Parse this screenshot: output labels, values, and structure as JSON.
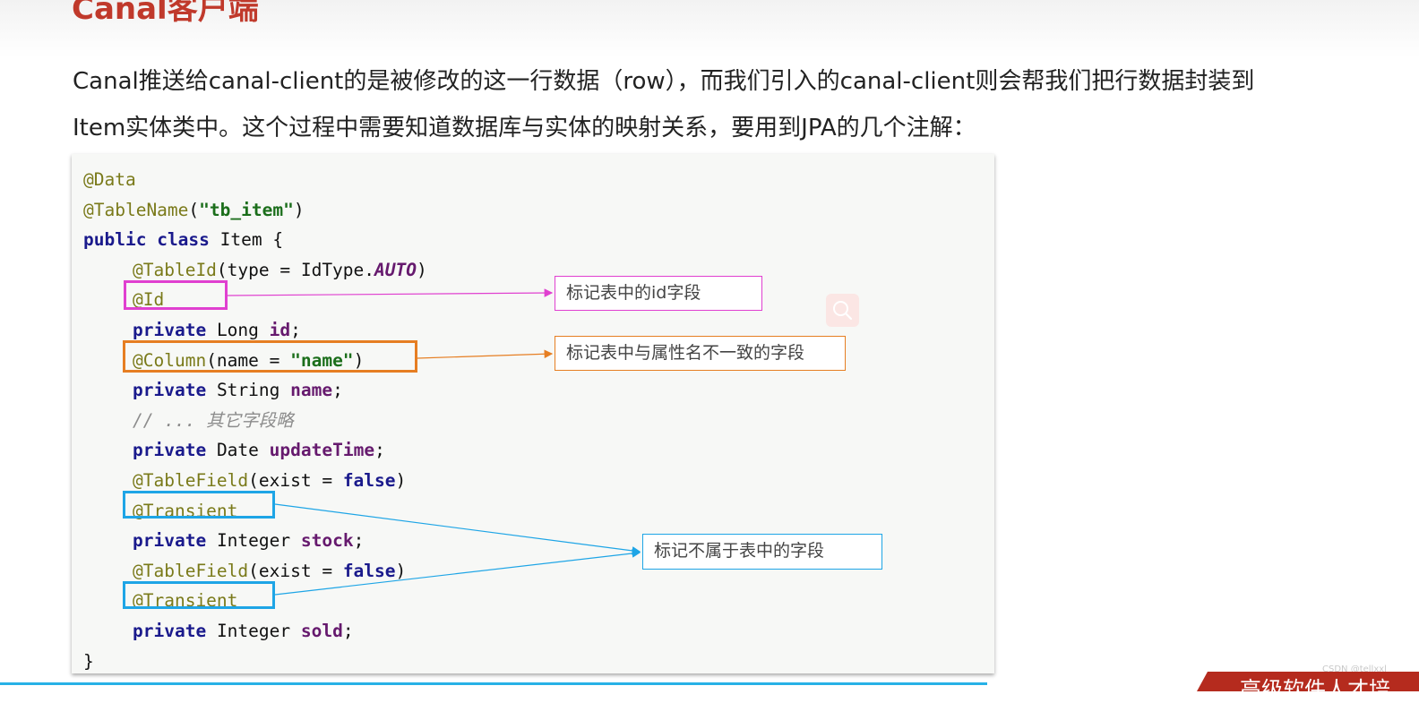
{
  "slide": {
    "title": "Canal客户端",
    "paragraph_line1": "Canal推送给canal-client的是被修改的这一行数据（row），而我们引入的canal-client则会帮我们把行数据封装到",
    "paragraph_line2": "Item实体类中。这个过程中需要知道数据库与实体的映射关系，要用到JPA的几个注解："
  },
  "code": {
    "l1_ann": "@Data",
    "l2_ann": "@TableName",
    "l2_open": "(",
    "l2_str": "\"tb_item\"",
    "l2_close": ")",
    "l3_kw1": "public",
    "l3_kw2": "class",
    "l3_rest": "Item {",
    "l4_ann": "@TableId",
    "l4_mid": "(type = IdType.",
    "l4_const": "AUTO",
    "l4_close": ")",
    "l5_ann": "@Id",
    "l6_kw": "private",
    "l6_type": "Long",
    "l6_field": "id",
    "l6_semi": ";",
    "l7_ann": "@Column",
    "l7_mid": "(name = ",
    "l7_str": "\"name\"",
    "l7_close": ")",
    "l8_kw": "private",
    "l8_type": "String",
    "l8_field": "name",
    "l8_semi": ";",
    "l9_comment": "// ... 其它字段略",
    "l10_kw": "private",
    "l10_type": "Date",
    "l10_field": "updateTime",
    "l10_semi": ";",
    "l11_ann": "@TableField",
    "l11_mid": "(exist = ",
    "l11_kw": "false",
    "l11_close": ")",
    "l12_ann": "@Transient",
    "l13_kw": "private",
    "l13_type": "Integer",
    "l13_field": "stock",
    "l13_semi": ";",
    "l14_ann": "@TableField",
    "l14_mid": "(exist = ",
    "l14_kw": "false",
    "l14_close": ")",
    "l15_ann": "@Transient",
    "l16_kw": "private",
    "l16_type": "Integer",
    "l16_field": "sold",
    "l16_semi": ";",
    "l17_close": "}"
  },
  "notes": {
    "id_note": "标记表中的id字段",
    "column_note": "标记表中与属性名不一致的字段",
    "transient_note": "标记不属于表中的字段"
  },
  "icons": {
    "search": "search-icon"
  },
  "watermark": "CSDN @tellxxl",
  "banner_text": "高级软件人才培",
  "colors": {
    "title_red": "#c0392b",
    "magenta_box": "#e040d0",
    "orange_box": "#e67e22",
    "blue_box": "#1ea5e6",
    "annotation": "#7a7a1a",
    "keyword": "#1a1a8c",
    "string": "#1b6e1b",
    "field": "#661a6e",
    "banner": "#b52b1e"
  }
}
